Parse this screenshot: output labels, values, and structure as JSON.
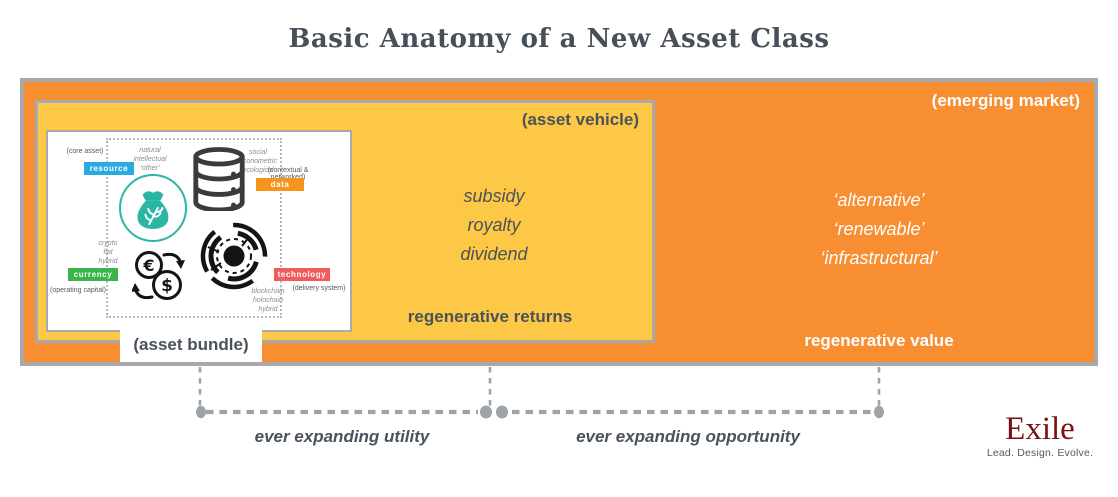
{
  "title": "Basic Anatomy of a New Asset Class",
  "emerging_market": {
    "label": "(emerging market)",
    "values": [
      "‘alternative’",
      "‘renewable’",
      "‘infrastructural’"
    ],
    "caption": "regenerative value"
  },
  "asset_vehicle": {
    "label": "(asset vehicle)",
    "returns": [
      "subsidy",
      "royalty",
      "dividend"
    ],
    "caption": "regenerative returns"
  },
  "asset_bundle": {
    "label": "(asset bundle)",
    "resource": {
      "tag": "resource",
      "context": "(core asset)",
      "qualities": [
        "natural",
        "intellectual",
        "‘other’"
      ]
    },
    "data": {
      "tag": "data",
      "context": "(contextual & networked)",
      "qualities": [
        "social",
        "econometric",
        "ecological"
      ]
    },
    "currency": {
      "tag": "currency",
      "context": "(operating capital)",
      "qualities": [
        "crypto",
        "fiat",
        "hybrid"
      ]
    },
    "technology": {
      "tag": "technology",
      "context": "(delivery system)",
      "qualities": [
        "blockchain",
        "holochain",
        "hybrid"
      ]
    }
  },
  "connector": {
    "utility_label": "ever expanding utility",
    "opportunity_label": "ever expanding opportunity"
  },
  "logo": {
    "name": "Exile",
    "tagline": "Lead. Design. Evolve."
  },
  "colors": {
    "market_orange": "#F78E31",
    "vehicle_yellow": "#FDC845",
    "frame_gray": "#A7A9AC",
    "text_slate": "#4A525C",
    "resource_blue": "#29ABE2",
    "data_orange": "#F7941D",
    "currency_green": "#39B54A",
    "technology_red": "#F15B5B",
    "icon_teal": "#2BB5A3",
    "logo_maroon": "#7A1214",
    "connector_gray": "#9EA3A8"
  }
}
